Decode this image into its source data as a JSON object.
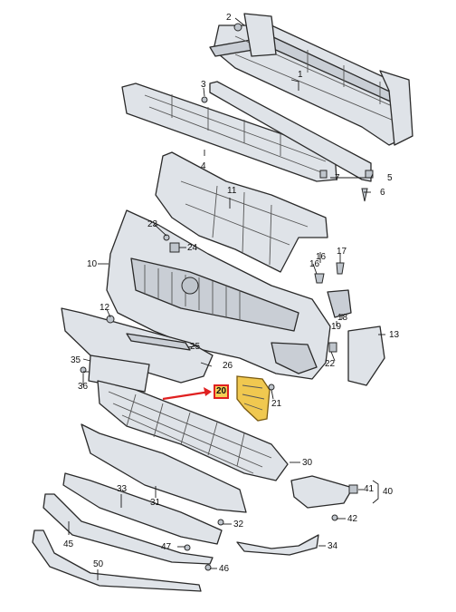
{
  "diagram": {
    "highlight_color": "#e02020",
    "highlighted_part": "20",
    "callouts": {
      "p1": "1",
      "p2": "2",
      "p3": "3",
      "p4": "4",
      "p5": "5",
      "p6": "6",
      "p7": "7",
      "p10": "10",
      "p11": "11",
      "p12": "12",
      "p13": "13",
      "p16": "16",
      "p17": "17",
      "p18": "18",
      "p19": "19",
      "p20": "20",
      "p21": "21",
      "p22": "22",
      "p23": "23",
      "p24": "24",
      "p25": "25",
      "p26": "26",
      "p30": "30",
      "p31": "31",
      "p32": "32",
      "p33": "33",
      "p34": "34",
      "p35": "35",
      "p36": "36",
      "p40": "40",
      "p41": "41",
      "p42": "42",
      "p45": "45",
      "p46": "46",
      "p47": "47",
      "p50": "50"
    }
  }
}
